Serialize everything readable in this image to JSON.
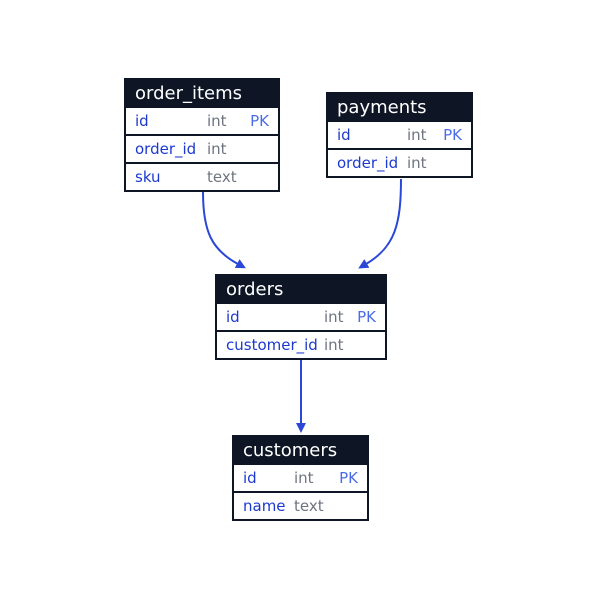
{
  "diagram": {
    "colors": {
      "background": "#ffffff",
      "header_bg": "#0e1626",
      "header_text": "#ffffff",
      "line": "#0e1626",
      "column_name": "#1c39cf",
      "column_type": "#6e7480",
      "pk": "#4a6ce8",
      "arrow": "#2a47d8"
    },
    "tables": [
      {
        "name": "order_items",
        "columns": [
          {
            "name": "id",
            "type": "int",
            "key": "PK"
          },
          {
            "name": "order_id",
            "type": "int",
            "key": ""
          },
          {
            "name": "sku",
            "type": "text",
            "key": ""
          }
        ]
      },
      {
        "name": "payments",
        "columns": [
          {
            "name": "id",
            "type": "int",
            "key": "PK"
          },
          {
            "name": "order_id",
            "type": "int",
            "key": ""
          }
        ]
      },
      {
        "name": "orders",
        "columns": [
          {
            "name": "id",
            "type": "int",
            "key": "PK"
          },
          {
            "name": "customer_id",
            "type": "int",
            "key": ""
          }
        ]
      },
      {
        "name": "customers",
        "columns": [
          {
            "name": "id",
            "type": "int",
            "key": "PK"
          },
          {
            "name": "name",
            "type": "text",
            "key": ""
          }
        ]
      }
    ],
    "relations": [
      {
        "from": "order_items",
        "to": "orders"
      },
      {
        "from": "payments",
        "to": "orders"
      },
      {
        "from": "orders",
        "to": "customers"
      }
    ]
  }
}
